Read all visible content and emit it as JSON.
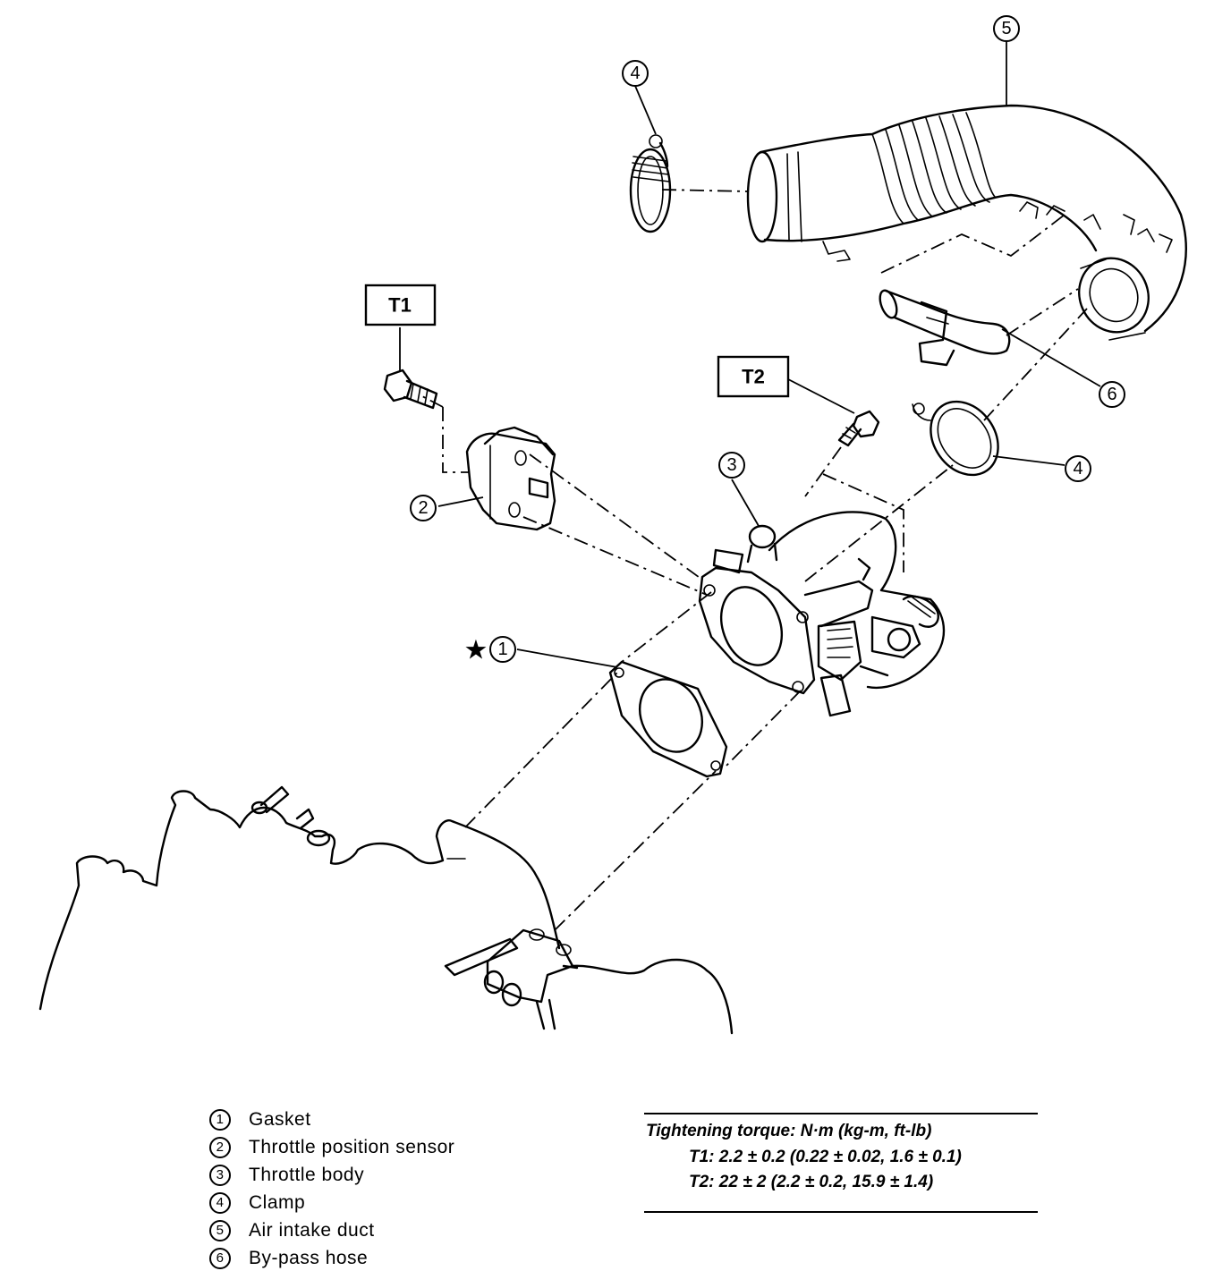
{
  "callouts": {
    "gasket": "1",
    "tps": "2",
    "throttle_body": "3",
    "clamp_upper": "4",
    "clamp_lower": "4",
    "duct": "5",
    "bypass_hose": "6",
    "star": "★"
  },
  "torque_tags": {
    "t1": "T1",
    "t2": "T2"
  },
  "legend": [
    {
      "num": "1",
      "label": "Gasket"
    },
    {
      "num": "2",
      "label": "Throttle position sensor"
    },
    {
      "num": "3",
      "label": "Throttle body"
    },
    {
      "num": "4",
      "label": "Clamp"
    },
    {
      "num": "5",
      "label": "Air intake duct"
    },
    {
      "num": "6",
      "label": "By-pass hose"
    }
  ],
  "torque": {
    "header": "Tightening torque: N·m (kg-m, ft-lb)",
    "t1": "T1:  2.2 ± 0.2 (0.22 ± 0.02, 1.6 ± 0.1)",
    "t2": "T2:  22 ± 2 (2.2 ± 0.2, 15.9 ± 1.4)"
  }
}
